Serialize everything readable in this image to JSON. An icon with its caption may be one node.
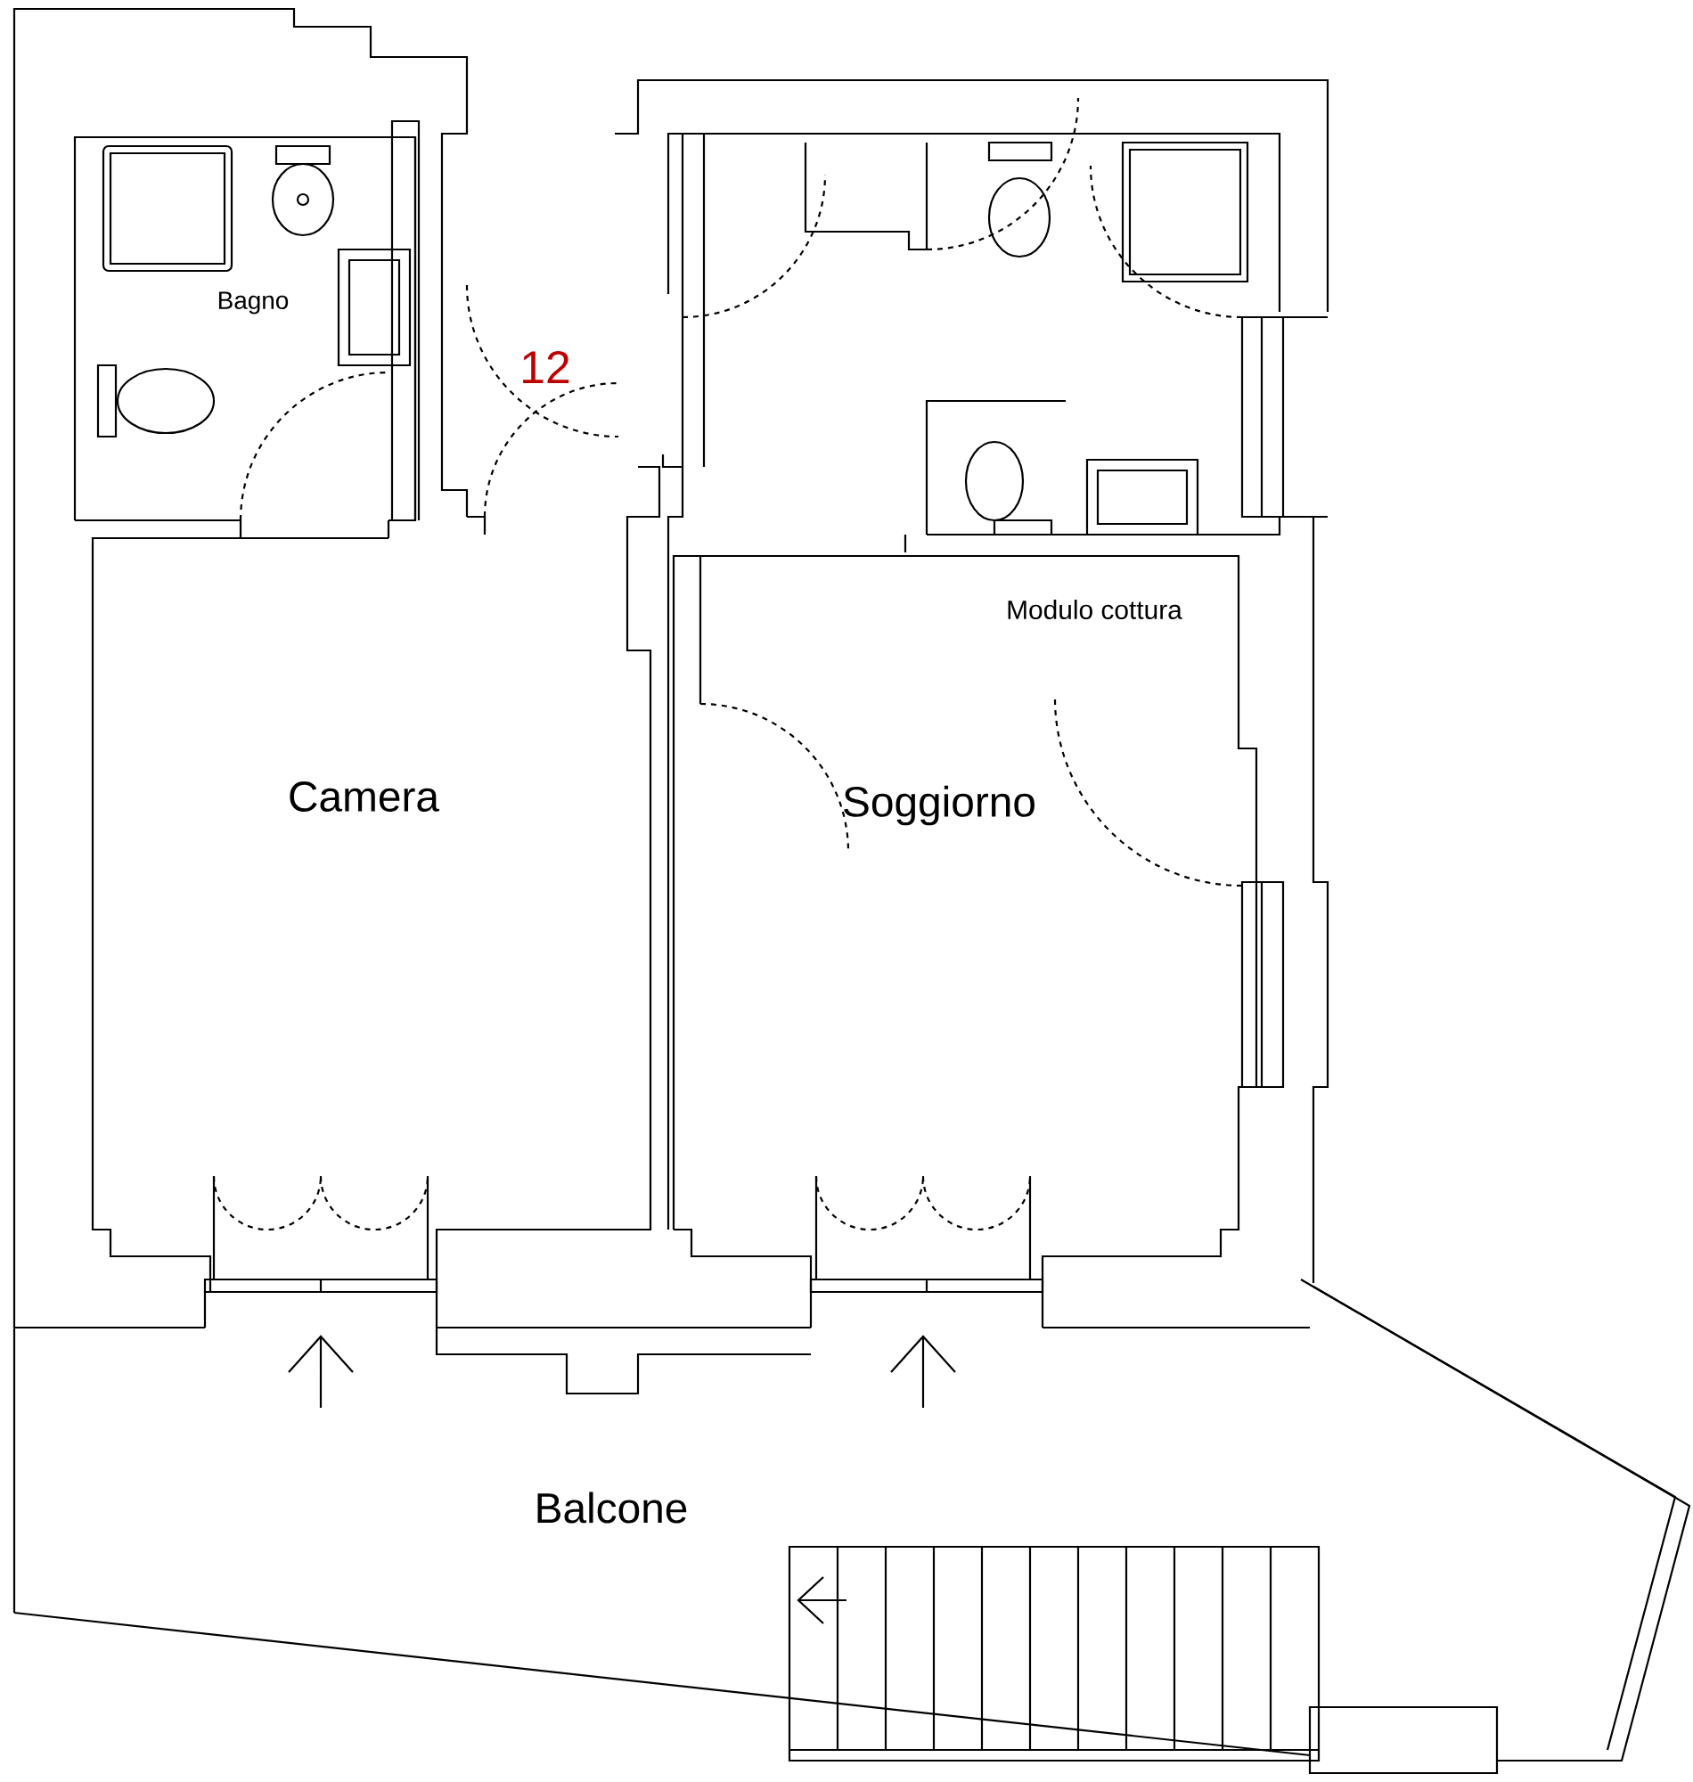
{
  "diagram": {
    "labels": [
      "Bagno",
      "12",
      "Modulo cottura",
      "Camera",
      "Soggiorno",
      "Balcone"
    ]
  }
}
